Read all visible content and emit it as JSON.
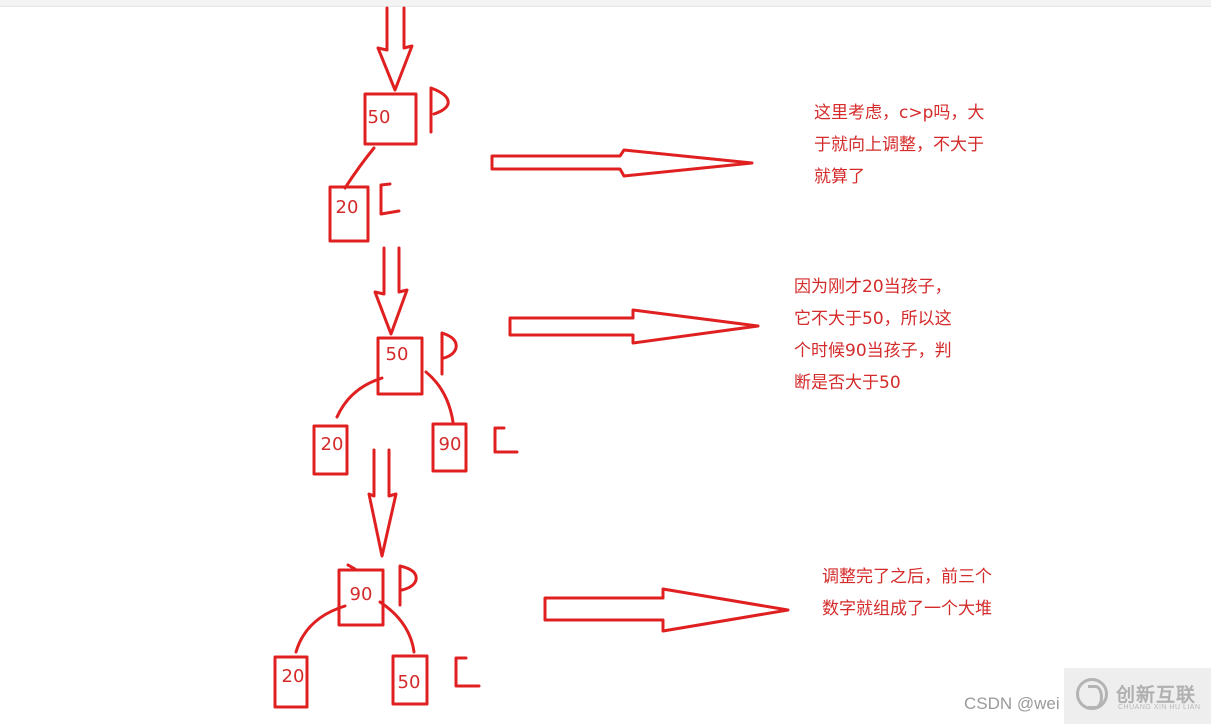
{
  "stages": [
    {
      "parent": {
        "value": "50",
        "marker": "P"
      },
      "children": [
        {
          "value": "20",
          "marker": "C"
        }
      ],
      "note": [
        "这里考虑，c>p吗，大",
        "于就向上调整，不大于",
        "就算了"
      ]
    },
    {
      "parent": {
        "value": "50",
        "marker": "P"
      },
      "children": [
        {
          "value": "20",
          "marker": ""
        },
        {
          "value": "90",
          "marker": "C"
        }
      ],
      "note": [
        "因为刚才20当孩子，",
        "它不大于50，所以这",
        "个时候90当孩子，判",
        "断是否大于50"
      ]
    },
    {
      "parent": {
        "value": "90",
        "marker": "P"
      },
      "children": [
        {
          "value": "20",
          "marker": ""
        },
        {
          "value": "50",
          "marker": "C"
        }
      ],
      "note": [
        "调整完了之后，前三个",
        "数字就组成了一个大堆"
      ]
    }
  ],
  "watermark": "CSDN @wei",
  "logo": {
    "title": "创新互联",
    "subtitle": "CHUANG XIN HU LIAN"
  },
  "colors": {
    "ink": "#e02020",
    "text": "#d42a2a"
  }
}
